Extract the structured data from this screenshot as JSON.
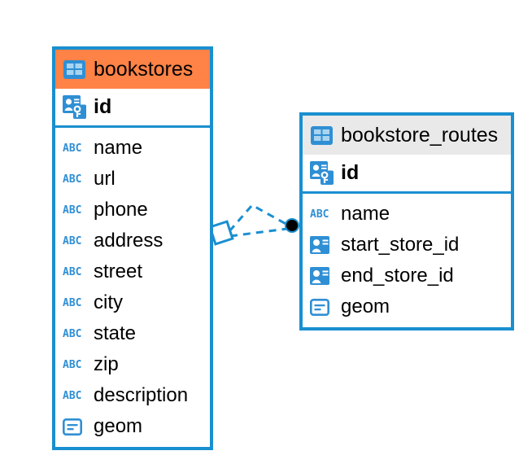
{
  "diagram": {
    "type": "er-diagram",
    "background_color": "#ffffff",
    "accent_color": "#1a8fd0",
    "highlight_color": "#ff8246",
    "header_neutral_color": "#e9e9e9"
  },
  "entities": [
    {
      "name": "bookstores",
      "header_style": "orange",
      "primary_key": {
        "label": "id",
        "icon": "primary-key-icon"
      },
      "fields": [
        {
          "label": "name",
          "icon": "abc-text-icon",
          "icon_text": "ABC"
        },
        {
          "label": "url",
          "icon": "abc-text-icon",
          "icon_text": "ABC"
        },
        {
          "label": "phone",
          "icon": "abc-text-icon",
          "icon_text": "ABC"
        },
        {
          "label": "address",
          "icon": "abc-text-icon",
          "icon_text": "ABC"
        },
        {
          "label": "street",
          "icon": "abc-text-icon",
          "icon_text": "ABC"
        },
        {
          "label": "city",
          "icon": "abc-text-icon",
          "icon_text": "ABC"
        },
        {
          "label": "state",
          "icon": "abc-text-icon",
          "icon_text": "ABC"
        },
        {
          "label": "zip",
          "icon": "abc-text-icon",
          "icon_text": "ABC"
        },
        {
          "label": "description",
          "icon": "abc-text-icon",
          "icon_text": "ABC"
        },
        {
          "label": "geom",
          "icon": "geometry-icon",
          "icon_text": ""
        }
      ]
    },
    {
      "name": "bookstore_routes",
      "header_style": "grey",
      "primary_key": {
        "label": "id",
        "icon": "primary-key-icon"
      },
      "fields": [
        {
          "label": "name",
          "icon": "abc-text-icon",
          "icon_text": "ABC"
        },
        {
          "label": "start_store_id",
          "icon": "foreign-key-icon",
          "icon_text": ""
        },
        {
          "label": "end_store_id",
          "icon": "foreign-key-icon",
          "icon_text": ""
        },
        {
          "label": "geom",
          "icon": "geometry-icon",
          "icon_text": ""
        }
      ]
    }
  ],
  "relationship": {
    "style": "dashed",
    "color": "#1a8fd0",
    "source_endpoint": "diamond-open",
    "target_endpoint": "circle-filled",
    "target_endpoint_color": "#000000"
  }
}
